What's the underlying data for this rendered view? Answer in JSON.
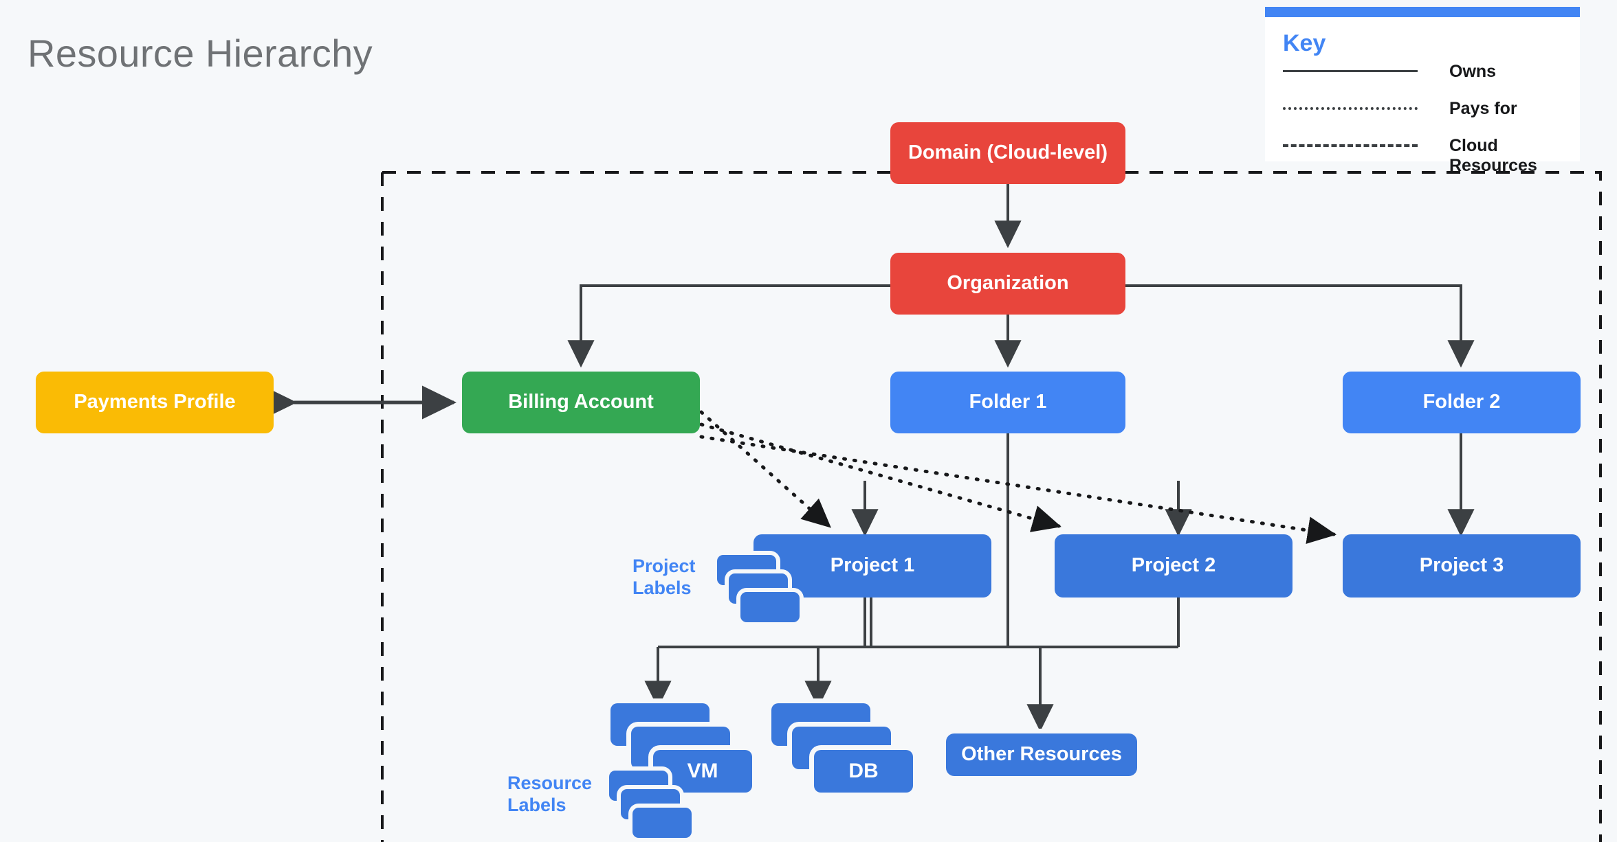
{
  "page": {
    "title": "Resource Hierarchy",
    "background": "#f6f8fa",
    "title_color": "#6f7275"
  },
  "key_panel": {
    "title": "Key",
    "accent": "#4285f4",
    "rows": [
      {
        "style": "solid",
        "label": "Owns"
      },
      {
        "style": "dotted",
        "label": "Pays for"
      },
      {
        "style": "dashed",
        "label": "Cloud Resources"
      }
    ]
  },
  "nodes": {
    "domain": {
      "label": "Domain (Cloud-level)",
      "color": "#e8453c"
    },
    "organization": {
      "label": "Organization",
      "color": "#e8453c"
    },
    "payments": {
      "label": "Payments Profile",
      "color": "#fabb05"
    },
    "billing": {
      "label": "Billing Account",
      "color": "#34a853"
    },
    "folder1": {
      "label": "Folder 1",
      "color": "#4285f4"
    },
    "folder2": {
      "label": "Folder 2",
      "color": "#4285f4"
    },
    "project1": {
      "label": "Project 1",
      "color": "#3a78dc"
    },
    "project2": {
      "label": "Project 2",
      "color": "#3a78dc"
    },
    "project3": {
      "label": "Project 3",
      "color": "#3a78dc"
    },
    "vm": {
      "label": "VM",
      "color": "#3a78dc"
    },
    "db": {
      "label": "DB",
      "color": "#3a78dc"
    },
    "other": {
      "label": "Other Resources",
      "color": "#3a78dc"
    }
  },
  "captions": {
    "project_labels": "Project\nLabels",
    "project_labels_l1": "Project",
    "project_labels_l2": "Labels",
    "resource_labels_l1": "Resource",
    "resource_labels_l2": "Labels",
    "color": "#4285f4"
  },
  "boundary": {
    "name": "cloud-resources-boundary",
    "style": "dashed",
    "color": "#17181a"
  },
  "chart_data": {
    "type": "diagram",
    "title": "Resource Hierarchy",
    "edges": [
      {
        "from": "domain",
        "to": "organization",
        "relation": "Owns",
        "style": "solid",
        "arrows": "both"
      },
      {
        "from": "organization",
        "to": "billing",
        "relation": "Owns",
        "style": "solid",
        "arrows": "end"
      },
      {
        "from": "organization",
        "to": "folder1",
        "relation": "Owns",
        "style": "solid",
        "arrows": "end"
      },
      {
        "from": "organization",
        "to": "folder2",
        "relation": "Owns",
        "style": "solid",
        "arrows": "end"
      },
      {
        "from": "payments",
        "to": "billing",
        "relation": "Owns",
        "style": "solid",
        "arrows": "both"
      },
      {
        "from": "folder1",
        "to": "project1",
        "relation": "Owns",
        "style": "solid",
        "arrows": "end"
      },
      {
        "from": "folder1",
        "to": "project2",
        "relation": "Owns",
        "style": "solid",
        "arrows": "end"
      },
      {
        "from": "folder2",
        "to": "project3",
        "relation": "Owns",
        "style": "solid",
        "arrows": "end"
      },
      {
        "from": "billing",
        "to": "project1",
        "relation": "Pays for",
        "style": "dotted",
        "arrows": "end"
      },
      {
        "from": "billing",
        "to": "project2",
        "relation": "Pays for",
        "style": "dotted",
        "arrows": "end"
      },
      {
        "from": "billing",
        "to": "project3",
        "relation": "Pays for",
        "style": "dotted",
        "arrows": "end"
      },
      {
        "from": "project1",
        "to": "vm",
        "relation": "Owns",
        "style": "solid",
        "arrows": "end"
      },
      {
        "from": "project1",
        "to": "db",
        "relation": "Owns",
        "style": "solid",
        "arrows": "end"
      },
      {
        "from": "project1",
        "to": "other",
        "relation": "Owns",
        "style": "solid",
        "arrows": "end"
      }
    ]
  }
}
